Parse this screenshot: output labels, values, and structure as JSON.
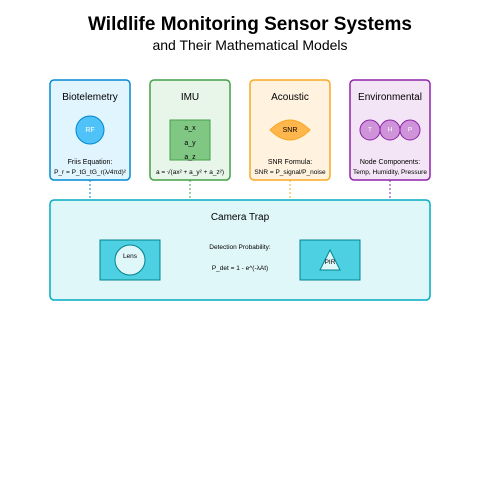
{
  "title": "Wildlife Monitoring Sensor Systems",
  "subtitle": "and Their Mathematical Models",
  "sensors": [
    {
      "id": "biotelemetry",
      "label": "Biotelemetry",
      "icon_text": "RF",
      "formula_title": "Friis Equation:",
      "formula": "P_r = P_tG_tG_r(λ/4πd)²",
      "fill": "#e1f5fe",
      "stroke": "#0288d1"
    },
    {
      "id": "imu",
      "label": "IMU",
      "axes": [
        "a_x",
        "a_y",
        "a_z"
      ],
      "formula_title": "",
      "formula": "a = √(ax² + a_y² + a_z²)",
      "fill": "#e8f5e9",
      "stroke": "#43a047"
    },
    {
      "id": "acoustic",
      "label": "Acoustic",
      "icon_text": "SNR",
      "formula_title": "SNR Formula:",
      "formula": "SNR = P_signal/P_noise",
      "fill": "#fff3e0",
      "stroke": "#f9a825"
    },
    {
      "id": "environmental",
      "label": "Environmental",
      "nodes": [
        "T",
        "H",
        "P"
      ],
      "formula_title": "Node Components:",
      "formula": "Temp, Humidity, Pressure",
      "fill": "#f3e5f5",
      "stroke": "#8e24aa"
    }
  ],
  "camera": {
    "label": "Camera Trap",
    "lens_label": "Lens",
    "pir_label": "PIR",
    "formula_title": "Detection Probability:",
    "formula": "P_det = 1 - e^(-λAt)",
    "fill": "#e0f7fa",
    "stroke": "#00acc1"
  },
  "colors": {
    "rf_circle": "#4fc3f7",
    "imu_rect": "#81c784",
    "snr_shape": "#ffb74d",
    "node_circle": "#ce93d8",
    "camera_inner": "#4dd0e1"
  }
}
